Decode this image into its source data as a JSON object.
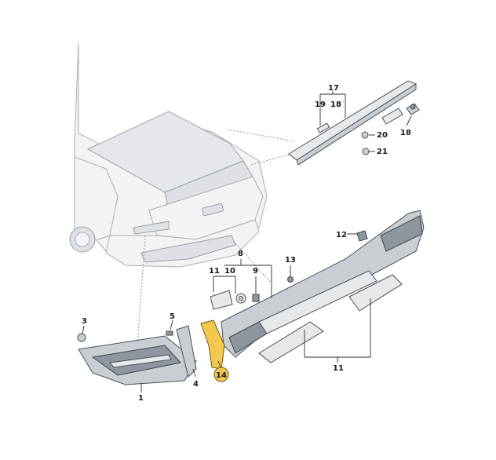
{
  "callouts": {
    "c1": "1",
    "c3": "3",
    "c4": "4",
    "c5": "5",
    "c8": "8",
    "c9": "9",
    "c10": "10",
    "c11a": "11",
    "c11b": "11",
    "c12": "12",
    "c13": "13",
    "c14": "14",
    "c17": "17",
    "c18a": "18",
    "c18b": "18",
    "c19": "19",
    "c20": "20",
    "c21": "21"
  },
  "colors": {
    "highlight": "#f2c94c",
    "part": "#c9ced3",
    "car_body": "#f1f3f5"
  }
}
